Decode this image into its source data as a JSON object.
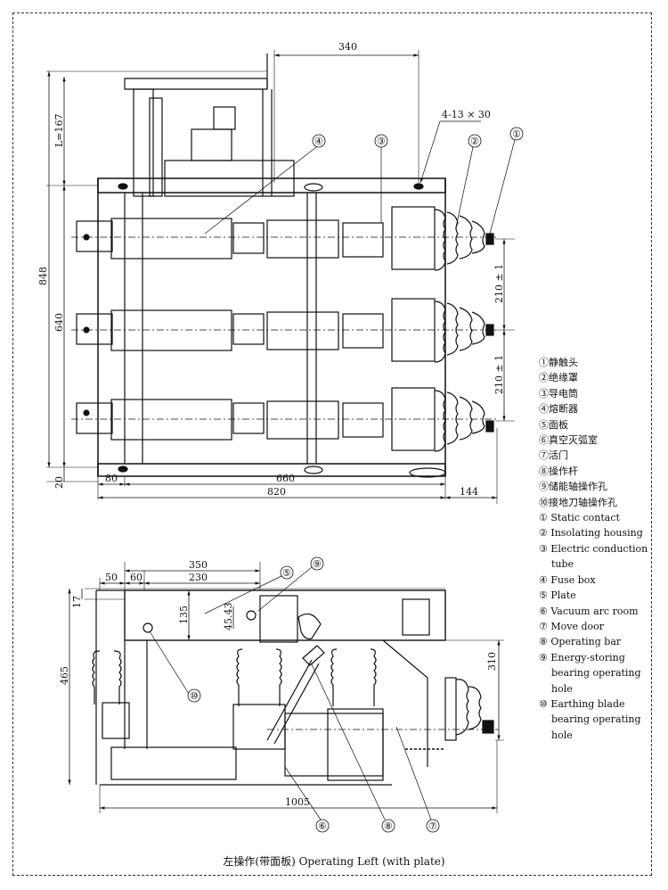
{
  "drawing": {
    "caption": "左操作(带面板) Operating Left (with plate)",
    "top_view": {
      "dims": {
        "d340": "340",
        "holes": "4-13 × 30",
        "L": "L=167",
        "d848": "848",
        "d640": "640",
        "d20": "20",
        "d80": "80",
        "d660": "660",
        "d820": "820",
        "d144": "144",
        "d210a": "210 ± 1",
        "d210b": "210 ± 1"
      },
      "callouts": [
        "①",
        "②",
        "③",
        "④"
      ]
    },
    "side_view": {
      "dims": {
        "d350": "350",
        "d50": "50",
        "d60": "60",
        "d230": "230",
        "d17": "17",
        "d135": "135",
        "d4543": "45.43",
        "d465": "465",
        "d310": "310",
        "d1005": "1005"
      },
      "callouts": [
        "⑤",
        "⑨",
        "⑩",
        "⑥",
        "⑧",
        "⑦"
      ]
    }
  },
  "legend": {
    "zh": [
      "①静触头",
      "②绝缘罩",
      "③导电筒",
      "④熔断器",
      "⑤面板",
      "⑥真空灭弧室",
      "⑦活门",
      "⑧操作杆",
      "⑨储能轴操作孔",
      "⑩接地刀轴操作孔"
    ],
    "en": [
      "① Static contact",
      "② Insolating housing",
      "③ Electric conduction",
      "tube",
      "④ Fuse box",
      "⑤ Plate",
      "⑥ Vacuum arc room",
      "⑦ Move door",
      "⑧ Operating bar",
      "⑨ Energy-storing",
      "bearing operating",
      "hole",
      "⑩ Earthing blade",
      "bearing operating",
      "hole"
    ]
  }
}
